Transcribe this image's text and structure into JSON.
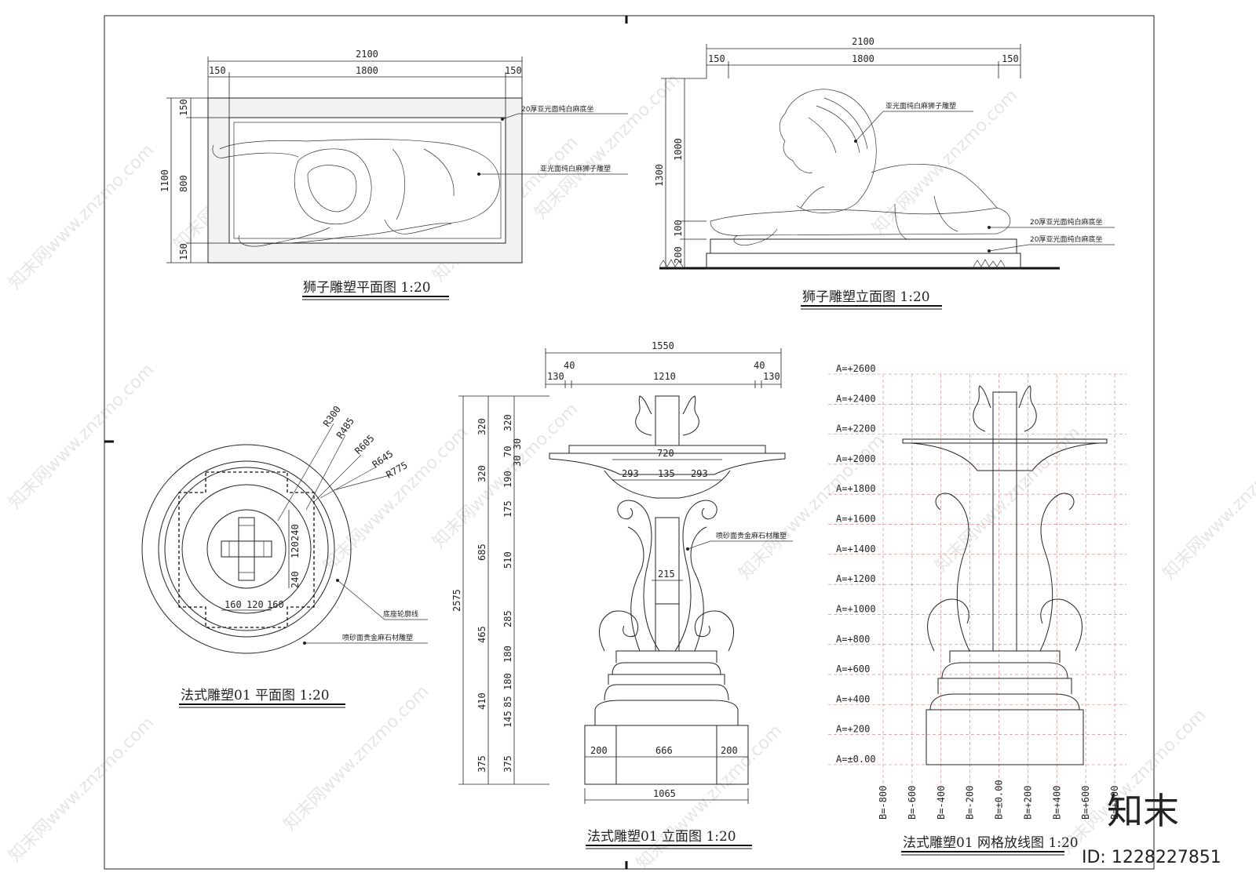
{
  "lion_plan": {
    "title": "狮子雕塑平面图 1:20",
    "dim_total": "2100",
    "dim_side": "150",
    "dim_mid": "1800",
    "dim_v_total": "1100",
    "dim_v_top": "150",
    "dim_v_mid": "800",
    "dim_v_bot": "150",
    "label_base": "20厚亚光面纯白麻底坐",
    "label_lion": "亚光面纯白麻狮子雕塑"
  },
  "lion_elev": {
    "title": "狮子雕塑立面图 1:20",
    "dim_total": "2100",
    "dim_side": "150",
    "dim_mid": "1800",
    "dim_v_total": "1300",
    "dim_v_1000": "1000",
    "dim_v_100": "100",
    "dim_v_200": "200",
    "label_lion": "亚光面纯白麻狮子雕塑",
    "label_base1": "20厚亚光面纯白麻底坐",
    "label_base2": "20厚亚光面纯白麻底坐"
  },
  "fr_plan": {
    "title": "法式雕塑01 平面图 1:20",
    "radii": [
      "R300",
      "R485",
      "R605",
      "R645",
      "R775"
    ],
    "dims_v": [
      "240",
      "120",
      "240"
    ],
    "dims_h": [
      "160",
      "120",
      "160"
    ],
    "label_outline": "底座轮廓线",
    "label_material": "喷砂面贵金麻石材雕塑"
  },
  "fr_elev": {
    "title": "法式雕塑01 立面图 1:20",
    "top_total": "1550",
    "top_parts": [
      "130",
      "40",
      "1210",
      "40",
      "130"
    ],
    "w720": "720",
    "w_parts": [
      "293",
      "135",
      "293"
    ],
    "w215": "215",
    "base_parts": [
      "200",
      "666",
      "200"
    ],
    "bottom": "1065",
    "total_h": "2575",
    "mid_col": [
      "320",
      "320",
      "685",
      "465",
      "410",
      "375"
    ],
    "right_col": [
      "320",
      "30 30",
      "70",
      "190",
      "175",
      "510",
      "285",
      "180",
      "180",
      "85",
      "145",
      "375"
    ],
    "label": "喷砂面贵金麻石材雕塑"
  },
  "fr_grid": {
    "title": "法式雕塑01 网格放线图 1:20",
    "a_labels": [
      "A=+2600",
      "A=+2400",
      "A=+2200",
      "A=+2000",
      "A=+1800",
      "A=+1600",
      "A=+1400",
      "A=+1200",
      "A=+1000",
      "A=+800",
      "A=+600",
      "A=+400",
      "A=+200",
      "A=±0.00"
    ],
    "b_labels": [
      "B=-800",
      "B=-600",
      "B=-400",
      "B=-200",
      "B=±0.00",
      "B=+200",
      "B=+400",
      "B=+600",
      "B=+800"
    ]
  },
  "watermark": "知末网www.znzmo.com",
  "brand": "知末",
  "id_label": "ID: 1228227851"
}
